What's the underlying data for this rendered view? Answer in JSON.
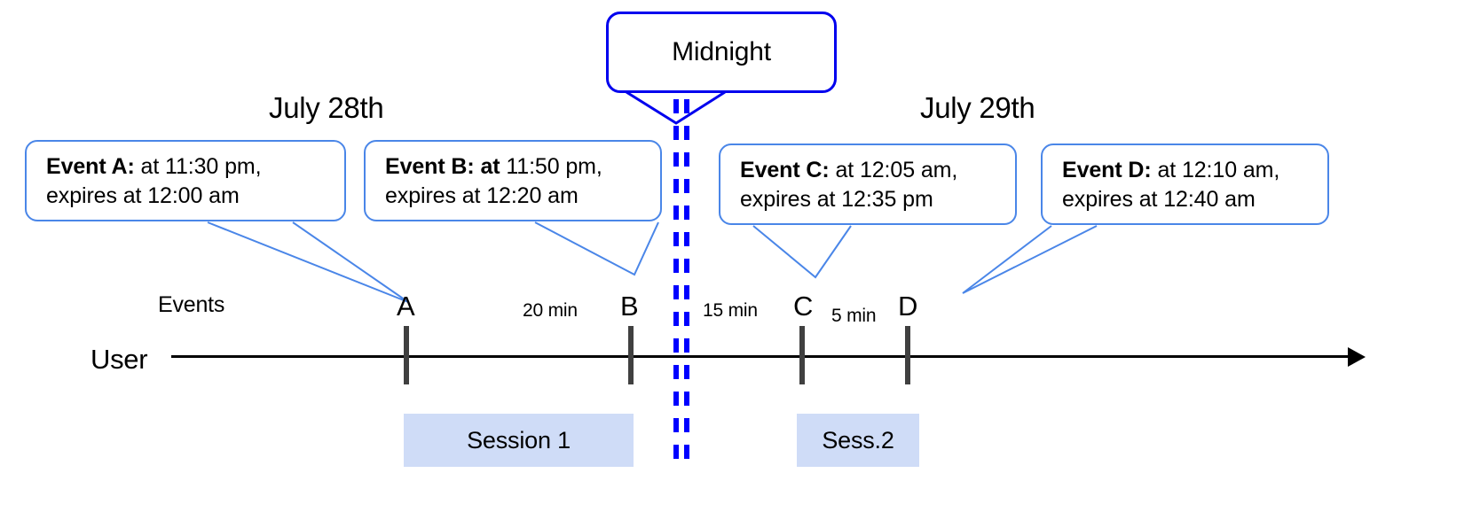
{
  "diagram": {
    "title_bubble": {
      "text": "Midnight"
    },
    "dates": [
      {
        "id": "july-28",
        "label": "July 28th"
      },
      {
        "id": "july-29",
        "label": "July 29th"
      }
    ],
    "axis": {
      "row_label": "User",
      "events_label": "Events"
    },
    "callouts": [
      {
        "id": "event-a",
        "lead": "Event A:",
        "line1_rest": " at 11:30 pm,",
        "line2": "expires at 12:00 am"
      },
      {
        "id": "event-b",
        "lead": "Event B: at",
        "line1_rest": " 11:50 pm,",
        "line2": "expires at 12:20 am"
      },
      {
        "id": "event-c",
        "lead": "Event C:",
        "line1_rest": " at 12:05 am,",
        "line2": "expires at 12:35 pm"
      },
      {
        "id": "event-d",
        "lead": "Event D:",
        "line1_rest": "  at 12:10 am,",
        "line2": "expires at 12:40 am"
      }
    ],
    "markers": [
      {
        "id": "marker-a",
        "letter": "A"
      },
      {
        "id": "marker-b",
        "letter": "B"
      },
      {
        "id": "marker-c",
        "letter": "C"
      },
      {
        "id": "marker-d",
        "letter": "D"
      }
    ],
    "gaps": [
      {
        "id": "gap-ab",
        "label": "20 min"
      },
      {
        "id": "gap-bc",
        "label": "15 min"
      },
      {
        "id": "gap-cd",
        "label": "5 min"
      }
    ],
    "sessions": [
      {
        "id": "session-1",
        "label": "Session 1"
      },
      {
        "id": "session-2",
        "label": "Sess.2"
      }
    ],
    "colors": {
      "callout_border": "#4a86e8",
      "midnight_border": "#0000ee",
      "midnight_dash": "#0000ff",
      "session_fill": "#cfdcf7",
      "axis": "#000000",
      "tick": "#404040",
      "leader": "#4a86e8"
    }
  }
}
